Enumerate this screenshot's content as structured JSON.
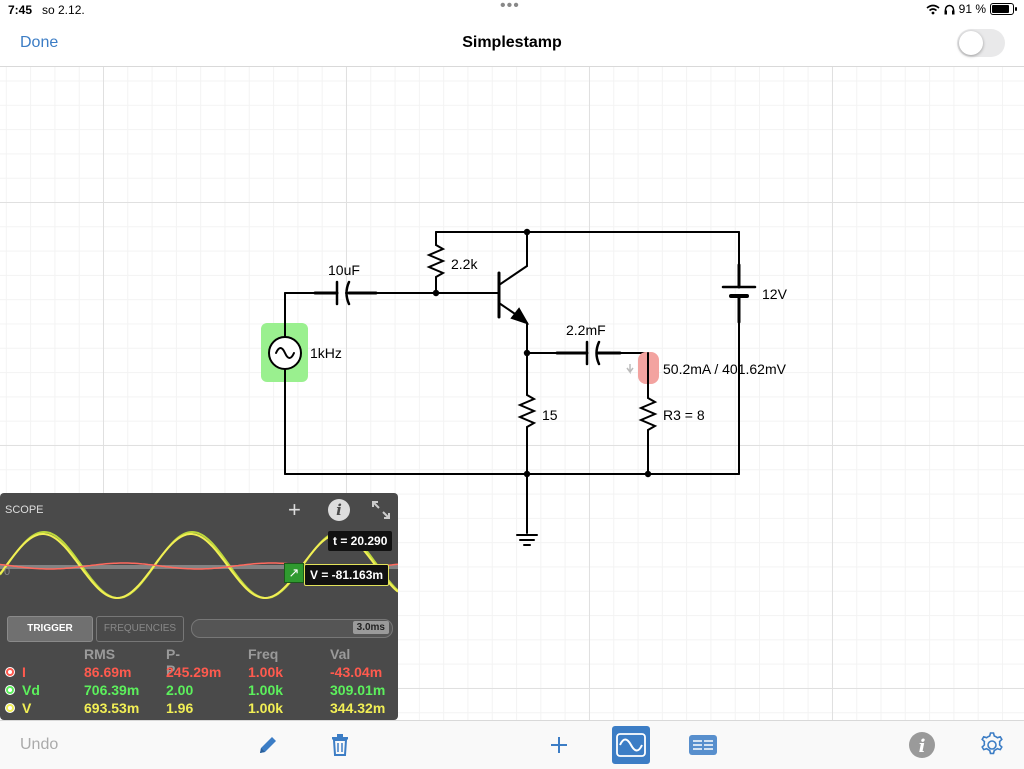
{
  "status_bar": {
    "time": "7:45",
    "date": "so 2.12.",
    "battery": "91 %",
    "battery_level": 0.91
  },
  "nav": {
    "done_label": "Done",
    "title": "Simplestamp",
    "toggle_on": false
  },
  "circuit": {
    "labels": {
      "capacitor_in": "10uF",
      "resistor_base": "2.2k",
      "source": "1kHz",
      "battery": "12V",
      "capacitor_out": "2.2mF",
      "probe": "50.2mA / 401.62mV",
      "resistor_emitter": "15",
      "resistor_load": "R3 = 8"
    }
  },
  "scope": {
    "title": "SCOPE",
    "time_readout": "t = 20.290",
    "voltage_readout": "V = -81.163m",
    "zero_label": "0",
    "trigger_label": "TRIGGER",
    "frequencies_label": "FREQUENCIES",
    "timescale_label": "3.0ms",
    "columns": [
      "RMS",
      "P-P",
      "Freq",
      "Val"
    ],
    "rows": [
      {
        "name": "I",
        "color": "#ff5a4e",
        "rms": "86.69m",
        "pp": "245.29m",
        "freq": "1.00k",
        "val": "-43.04m"
      },
      {
        "name": "Vd",
        "color": "#5cf05c",
        "rms": "706.39m",
        "pp": "2.00",
        "freq": "1.00k",
        "val": "309.01m"
      },
      {
        "name": "V",
        "color": "#f2ef55",
        "rms": "693.53m",
        "pp": "1.96",
        "freq": "1.00k",
        "val": "344.32m"
      }
    ]
  },
  "toolbar": {
    "undo_label": "Undo"
  },
  "colors": {
    "accent": "#3c7dc5",
    "source_highlight": "#9af08f",
    "probe_highlight": "#f3a3a0",
    "scope_bg": "#4a4a4a"
  }
}
